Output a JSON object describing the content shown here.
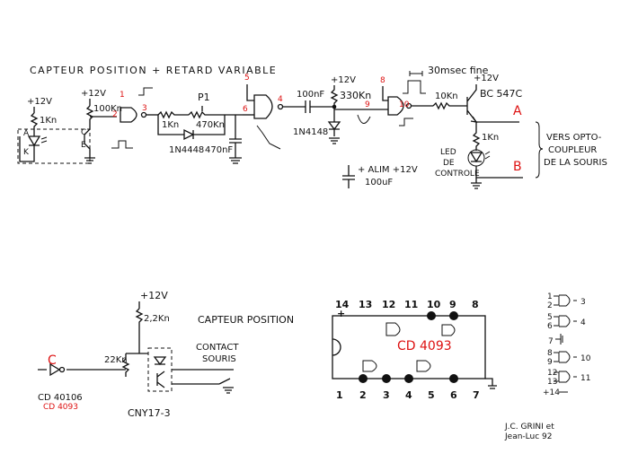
{
  "top_circuit": {
    "title": "CAPTEUR POSITION + RETARD VARIABLE",
    "labels": {
      "v12_a": "+12V",
      "r_1k": "1Kn",
      "diode_a": "A",
      "diode_k": "K",
      "v12_b": "+12V",
      "r_100k": "100Kn",
      "trans_c": "C",
      "trans_e": "E",
      "r_1k_b": "1Kn",
      "p1": "P1",
      "r_470k": "470Kn",
      "d_1n4448": "1N4448",
      "c_470nf": "470nF",
      "c_100nf": "100nF",
      "d_1n4148": "1N4148",
      "v12_c": "+12V",
      "r_330k": "330Kn",
      "pulse": "30msec fine",
      "r_10k": "10Kn",
      "v12_d": "+12V",
      "bc547c": "BC 547C",
      "r_1k_c": "1Kn",
      "led_line1": "LED",
      "led_line2": "DE",
      "led_line3": "CONTROLE",
      "alim_line1": "+ ALIM +12V",
      "alim_line2": "100uF",
      "vers_line1": "VERS OPTO-",
      "vers_line2": "COUPLEUR",
      "vers_line3": "DE LA SOURIS"
    },
    "pin_numbers": {
      "p1": "1",
      "p2": "2",
      "p3": "3",
      "p5": "5",
      "p6": "6",
      "p4": "4",
      "p8": "8",
      "p9": "9",
      "p10": "10"
    },
    "outputs": {
      "a": "A",
      "b": "B"
    }
  },
  "bottom_circuit": {
    "v12": "+12V",
    "r_2k2": "2,2Kn",
    "r_22k": "22Kn",
    "title": "CAPTEUR POSITION",
    "contact_line1": "CONTACT",
    "contact_line2": "SOURIS",
    "part": "CNY17-3",
    "c_label": "C",
    "inv_chip": "CD 40106",
    "inv_chip_alt": "CD 4093"
  },
  "chip": {
    "name": "CD 4093",
    "top_pins": [
      "14",
      "13",
      "12",
      "11",
      "10",
      "9",
      "8"
    ],
    "bottom_pins": [
      "1",
      "2",
      "3",
      "4",
      "5",
      "6",
      "7"
    ],
    "plus_sign": "+"
  },
  "legend": {
    "gates": [
      {
        "inputs": [
          "1",
          "2"
        ],
        "output": "3"
      },
      {
        "inputs": [
          "5",
          "6"
        ],
        "output": "4"
      },
      {
        "inputs": [
          "8",
          "9"
        ],
        "output": "10"
      },
      {
        "inputs": [
          "12",
          "13"
        ],
        "output": "11"
      }
    ],
    "gnd_pin": "7",
    "vcc_pin": "+14"
  },
  "credits": {
    "line1": "J.C. GRINI et",
    "line2": "Jean-Luc  92"
  },
  "colors": {
    "ink": "#111111",
    "red": "#dd1111",
    "paper": "#ffffff"
  }
}
